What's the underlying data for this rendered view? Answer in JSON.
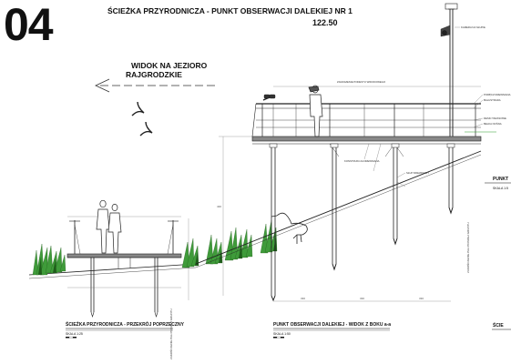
{
  "sheet_number": "04",
  "title": "ŚCIEŻKA PRZYRODNICZA - PUNKT OBSERWACJI DALEKIEJ NR 1",
  "elevation": "122.50",
  "view_direction": {
    "line1": "WIDOK NA JEZIORO",
    "line2": "RAJGRODZKIE"
  },
  "captions": {
    "section": "ŚCIEŻKA PRZYRODNICZA - PRZEKRÓJ POPRZECZNY",
    "section_scale": "SKALA 1:25",
    "side_view": "PUNKT OBSERWACJI DALEKIEJ - WIDOK Z BOKU a-a",
    "side_view_scale": "SKALA 1:50",
    "right_cut": "PUNKT",
    "right_cut_scale": "SKALA 1:5",
    "right_bottom_cut": "ŚCIE"
  },
  "annotations": {
    "camera": "KAMERA NA SŁUPIE",
    "deck_top": "ZADASZENIE PODESTU WIDOKOWEGO",
    "rail_a": "PORĘCZ DREWNIANA",
    "rail_b": "BALUSTRADA",
    "rail_c": "DESKI TARASOWE",
    "rail_d": "BELKA NOŚNA",
    "pile_a": "KONSTRUKCJA DREWNIANA",
    "pile_b": "SŁUP DREWNIANY",
    "left_vert": "ZAKOŃCZENIE PALI PONIŻEJ GRUNTU",
    "right_vert": "ZAKOŃCZENIE PALI PONIŻEJ GRUNTU"
  },
  "dims": {
    "d1": "330",
    "d2": "330",
    "d3": "330",
    "height": "430"
  }
}
